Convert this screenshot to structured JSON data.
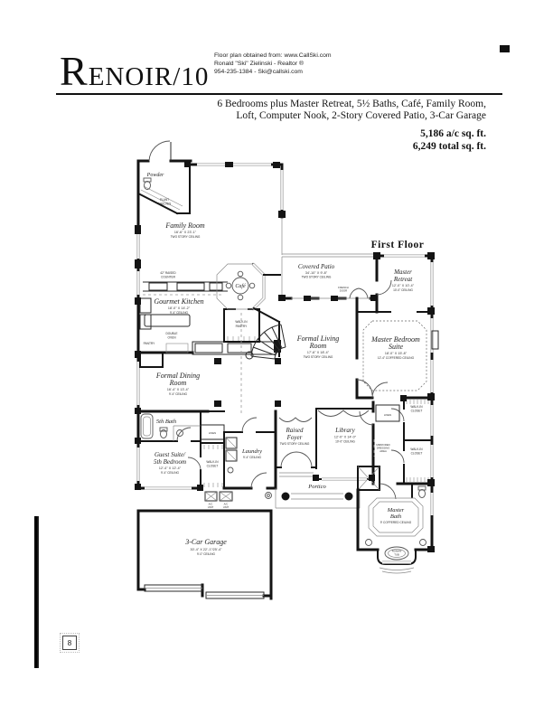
{
  "colors": {
    "ink": "#141414",
    "paper": "#ffffff",
    "window_gray": "#bbbbbb"
  },
  "header": {
    "title_initial": "R",
    "title_rest": "ENOIR/10",
    "source_line1": "Floor plan obtained from: www.CallSki.com",
    "source_line2": "Ronald \"Ski\" Zielinski - Realtor ®",
    "source_line3": "954-235-1384 - Ski@callski.com",
    "description_line1": "6 Bedrooms plus Master Retreat, 5½ Baths, Café, Family Room,",
    "description_line2": "Loft, Computer Nook, 2-Story Covered Patio, 3-Car Garage",
    "area_ac": "5,186 a/c sq. ft.",
    "area_total": "6,249 total sq. ft."
  },
  "page": {
    "number": "8"
  },
  "plan": {
    "floor_label": "First Floor",
    "powder": "Powder",
    "plant_1": "PLANT",
    "plant_2": "SHELVES",
    "family_1": "Family Room",
    "family_2": "16'-6\" X 23'-1\"",
    "family_3": "TWO STORY CEILING",
    "counter_1": "42\" RAISED",
    "counter_2": "COUNTER",
    "kitchen_1": "Gourmet Kitchen",
    "kitchen_2": "18'-0\" X 14'-2\"",
    "kitchen_3": "9'-4\" CEILING",
    "oven_1": "DOUBLE",
    "oven_2": "OVEN",
    "pantry": "PANTRY",
    "wip_1": "WALK-IN",
    "wip_2": "PANTRY",
    "cafe": "Café",
    "patio_1": "Covered Patio",
    "patio_2": "34'-10\" X 9'-8\"",
    "patio_3": "TWO STORY CEILING",
    "french_1": "FRENCH",
    "french_2": "DOOR",
    "retreat_1": "Master",
    "retreat_2": "Retreat",
    "retreat_3": "12'-0\" X 10'-4\"",
    "retreat_4": "10'-0\" CEILING",
    "living_1": "Formal Living",
    "living_2": "Room",
    "living_3": "17'-6\" X 18'-4\"",
    "living_4": "TWO STORY CEILING",
    "mbr_1": "Master Bedroom",
    "mbr_2": "Suite",
    "mbr_3": "18'-0\" X 15'-8\"",
    "mbr_4": "12'-4\" COFFERED CEILING",
    "dining_1": "Formal Dining",
    "dining_2": "Room",
    "dining_3": "16'-4\" X 13'-4\"",
    "dining_4": "9'-4\" CEILING",
    "bath5": "5th Bath",
    "guest_1": "Guest Suite/",
    "guest_2": "5th Bedroom",
    "guest_3": "12'-4\" X 12'-4\"",
    "guest_4": "9'-4\" CEILING",
    "linen_a": "LINEN",
    "linen_b": "LINEN",
    "wicg_1": "WALK-IN",
    "wicg_2": "CLOSET",
    "wic1_1": "WALK-IN",
    "wic1_2": "CLOSET",
    "wic2_1": "WALK-IN",
    "wic2_2": "CLOSET",
    "laundry_1": "Laundry",
    "laundry_2": "9'-4\" CEILING",
    "foyer_1": "Raised",
    "foyer_2": "Foyer",
    "foyer_3": "TWO STORY CEILING",
    "library_1": "Library",
    "library_2": "12'-0\" X 14'-0\"",
    "library_3": "10'-0\" CEILING",
    "portico": "Portico",
    "dress_1": "MIRRORED",
    "dress_2": "DRESSING",
    "dress_3": "AREA",
    "mbath_1": "Master",
    "mbath_2": "Bath",
    "mbath_3": "9' COFFERED CEILING",
    "tub_1": "ROMAN",
    "tub_2": "TUB",
    "garage_1": "3-Car Garage",
    "garage_2": "30'-4\" X 22'-1\"/25'-4\"",
    "garage_3": "9'-0\" CEILING",
    "ac1_1": "A/C",
    "ac1_2": "UNIT",
    "ac2_1": "A/C",
    "ac2_2": "UNIT"
  }
}
